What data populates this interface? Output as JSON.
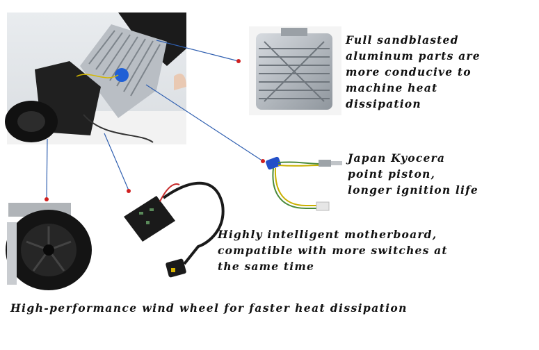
{
  "captions": {
    "aluminum": "Full sandblasted\naluminum parts are\nmore conducive to\nmachine heat\ndissipation",
    "glow_plug": "Japan Kyocera\npoint piston,\nlonger ignition life",
    "motherboard": "Highly intelligent motherboard,\ncompatible with more switches at\nthe same time",
    "wind_wheel": "High-performance wind wheel for faster heat dissipation"
  },
  "colors": {
    "callout_line": "#2f5fb0",
    "callout_dot": "#d02020",
    "text": "#111111"
  }
}
